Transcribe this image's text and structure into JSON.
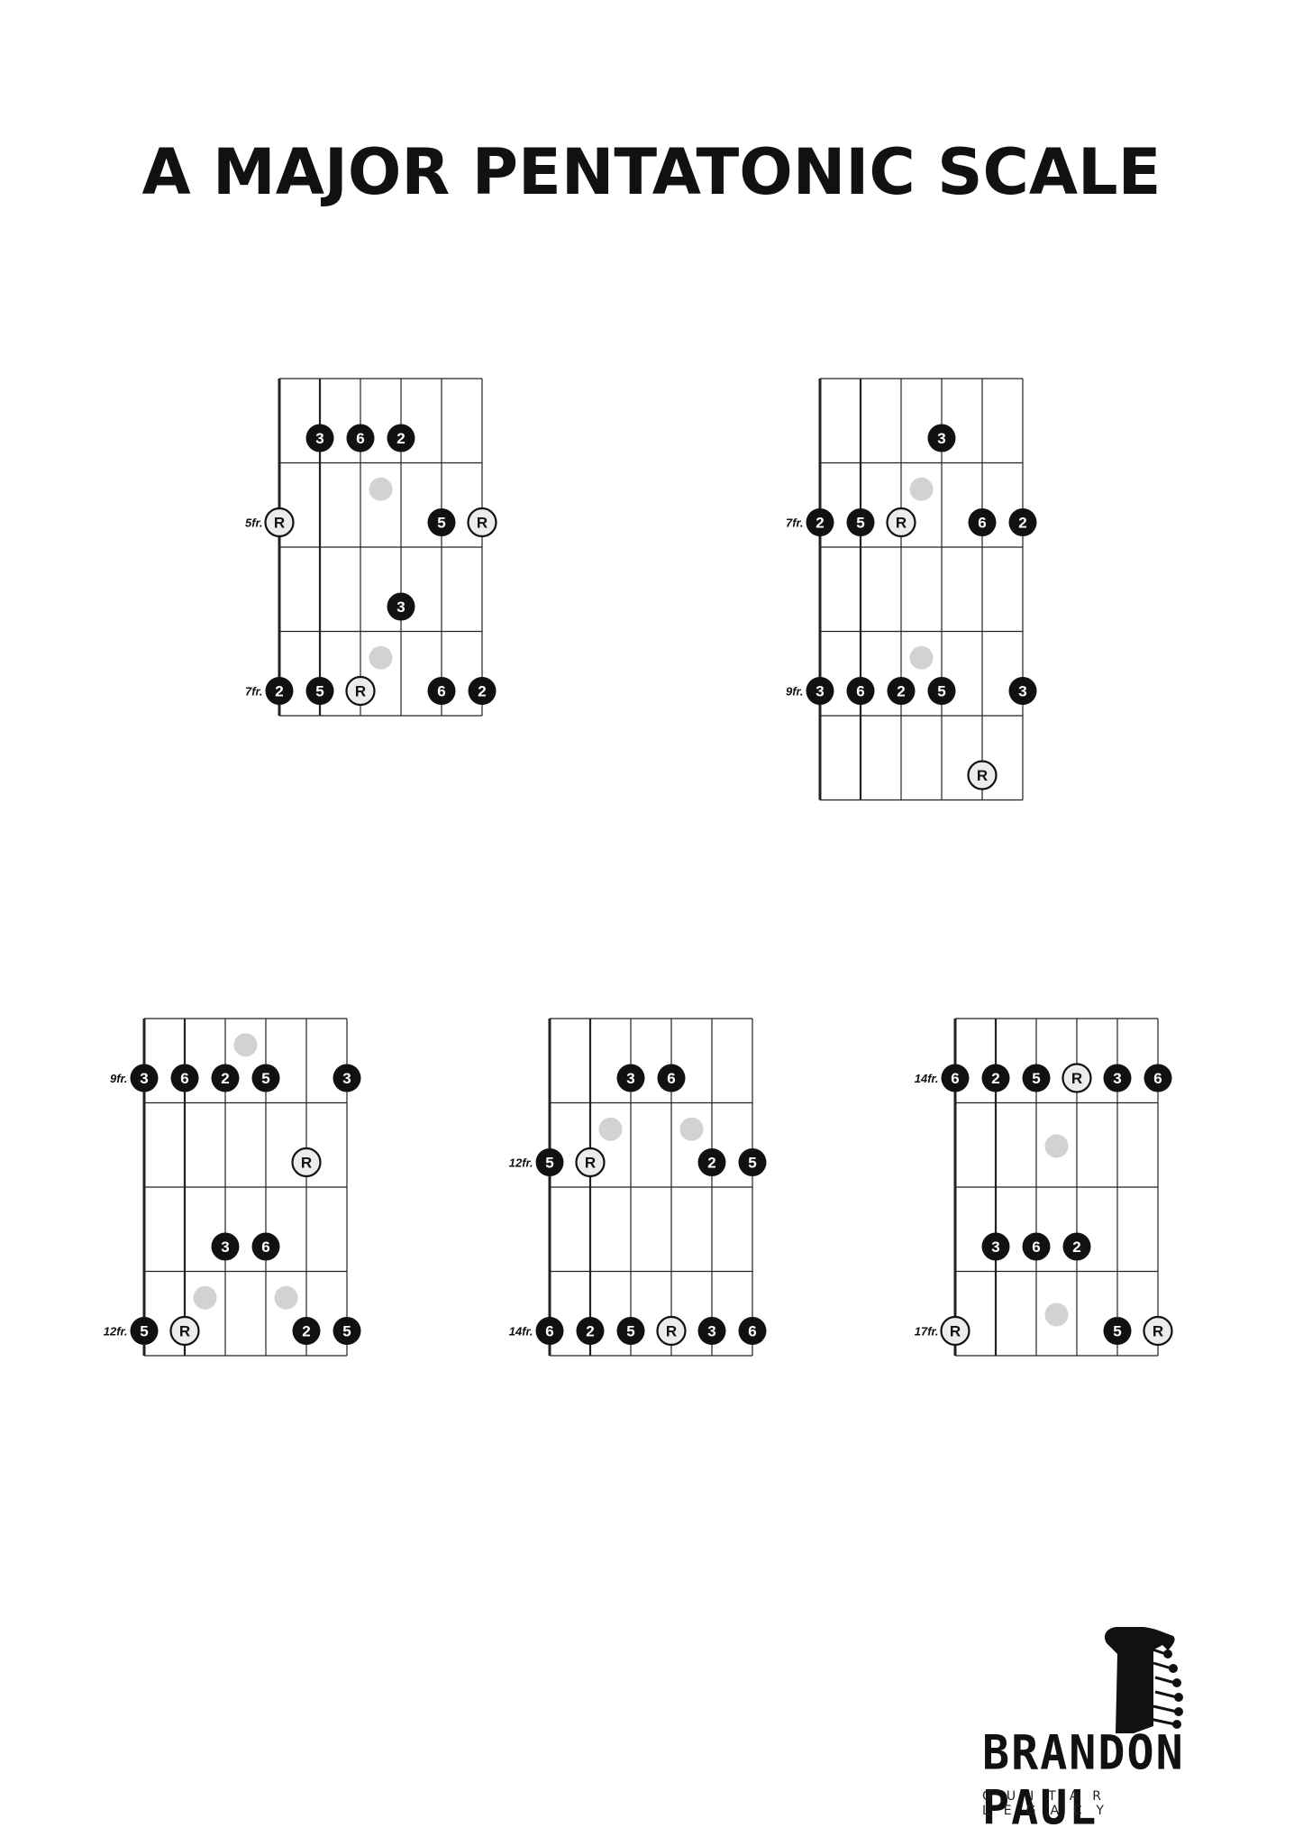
{
  "title": "A MAJOR PENTATONIC SCALE",
  "colors": {
    "ink": "#111111",
    "root_fill": "#ececec",
    "ghost": "#d2d2d2",
    "line": "#222222"
  },
  "brand": {
    "name": "BRANDON PAUL",
    "tagline": "GUITAR LEGACY"
  },
  "diagrams": [
    {
      "frets": 4,
      "fret_labels": [
        {
          "row": 1,
          "text": "5fr."
        },
        {
          "row": 3,
          "text": "7fr."
        }
      ],
      "notes": [
        {
          "s": 1,
          "r": 0,
          "t": "3"
        },
        {
          "s": 2,
          "r": 0,
          "t": "6"
        },
        {
          "s": 3,
          "r": 0,
          "t": "2"
        },
        {
          "s": 0,
          "r": 1,
          "t": "R"
        },
        {
          "s": 4,
          "r": 1,
          "t": "5"
        },
        {
          "s": 5,
          "r": 1,
          "t": "R"
        },
        {
          "s": 3,
          "r": 2,
          "t": "3"
        },
        {
          "s": 0,
          "r": 3,
          "t": "2"
        },
        {
          "s": 1,
          "r": 3,
          "t": "5"
        },
        {
          "s": 2,
          "r": 3,
          "t": "R"
        },
        {
          "s": 4,
          "r": 3,
          "t": "6"
        },
        {
          "s": 5,
          "r": 3,
          "t": "2"
        }
      ],
      "ghosts": [
        {
          "s": 2.5,
          "r": 0.8
        },
        {
          "s": 2.5,
          "r": 2.8
        }
      ]
    },
    {
      "frets": 5,
      "fret_labels": [
        {
          "row": 1,
          "text": "7fr."
        },
        {
          "row": 3,
          "text": "9fr."
        }
      ],
      "notes": [
        {
          "s": 3,
          "r": 0,
          "t": "3"
        },
        {
          "s": 0,
          "r": 1,
          "t": "2"
        },
        {
          "s": 1,
          "r": 1,
          "t": "5"
        },
        {
          "s": 2,
          "r": 1,
          "t": "R"
        },
        {
          "s": 4,
          "r": 1,
          "t": "6"
        },
        {
          "s": 5,
          "r": 1,
          "t": "2"
        },
        {
          "s": 0,
          "r": 3,
          "t": "3"
        },
        {
          "s": 1,
          "r": 3,
          "t": "6"
        },
        {
          "s": 2,
          "r": 3,
          "t": "2"
        },
        {
          "s": 3,
          "r": 3,
          "t": "5"
        },
        {
          "s": 5,
          "r": 3,
          "t": "3"
        },
        {
          "s": 4,
          "r": 4,
          "t": "R"
        }
      ],
      "ghosts": [
        {
          "s": 2.5,
          "r": 0.8
        },
        {
          "s": 2.5,
          "r": 2.8
        }
      ]
    },
    {
      "frets": 4,
      "fret_labels": [
        {
          "row": 0,
          "text": "9fr."
        },
        {
          "row": 3,
          "text": "12fr."
        }
      ],
      "notes": [
        {
          "s": 0,
          "r": 0,
          "t": "3"
        },
        {
          "s": 1,
          "r": 0,
          "t": "6"
        },
        {
          "s": 2,
          "r": 0,
          "t": "2"
        },
        {
          "s": 3,
          "r": 0,
          "t": "5"
        },
        {
          "s": 5,
          "r": 0,
          "t": "3"
        },
        {
          "s": 4,
          "r": 1,
          "t": "R"
        },
        {
          "s": 2,
          "r": 2,
          "t": "3"
        },
        {
          "s": 3,
          "r": 2,
          "t": "6"
        },
        {
          "s": 0,
          "r": 3,
          "t": "5"
        },
        {
          "s": 1,
          "r": 3,
          "t": "R"
        },
        {
          "s": 4,
          "r": 3,
          "t": "2"
        },
        {
          "s": 5,
          "r": 3,
          "t": "5"
        }
      ],
      "ghosts": [
        {
          "s": 2.5,
          "r": -0.2
        },
        {
          "s": 1.5,
          "r": 2.8
        },
        {
          "s": 3.5,
          "r": 2.8
        }
      ]
    },
    {
      "frets": 4,
      "fret_labels": [
        {
          "row": 1,
          "text": "12fr."
        },
        {
          "row": 3,
          "text": "14fr."
        }
      ],
      "notes": [
        {
          "s": 2,
          "r": 0,
          "t": "3"
        },
        {
          "s": 3,
          "r": 0,
          "t": "6"
        },
        {
          "s": 0,
          "r": 1,
          "t": "5"
        },
        {
          "s": 1,
          "r": 1,
          "t": "R"
        },
        {
          "s": 4,
          "r": 1,
          "t": "2"
        },
        {
          "s": 5,
          "r": 1,
          "t": "5"
        },
        {
          "s": 0,
          "r": 3,
          "t": "6"
        },
        {
          "s": 1,
          "r": 3,
          "t": "2"
        },
        {
          "s": 2,
          "r": 3,
          "t": "5"
        },
        {
          "s": 3,
          "r": 3,
          "t": "R"
        },
        {
          "s": 4,
          "r": 3,
          "t": "3"
        },
        {
          "s": 5,
          "r": 3,
          "t": "6"
        }
      ],
      "ghosts": [
        {
          "s": 1.5,
          "r": 0.8
        },
        {
          "s": 3.5,
          "r": 0.8
        }
      ]
    },
    {
      "frets": 4,
      "fret_labels": [
        {
          "row": 0,
          "text": "14fr."
        },
        {
          "row": 3,
          "text": "17fr."
        }
      ],
      "notes": [
        {
          "s": 0,
          "r": 0,
          "t": "6"
        },
        {
          "s": 1,
          "r": 0,
          "t": "2"
        },
        {
          "s": 2,
          "r": 0,
          "t": "5"
        },
        {
          "s": 3,
          "r": 0,
          "t": "R"
        },
        {
          "s": 4,
          "r": 0,
          "t": "3"
        },
        {
          "s": 5,
          "r": 0,
          "t": "6"
        },
        {
          "s": 1,
          "r": 2,
          "t": "3"
        },
        {
          "s": 2,
          "r": 2,
          "t": "6"
        },
        {
          "s": 3,
          "r": 2,
          "t": "2"
        },
        {
          "s": 0,
          "r": 3,
          "t": "R"
        },
        {
          "s": 4,
          "r": 3,
          "t": "5"
        },
        {
          "s": 5,
          "r": 3,
          "t": "R"
        }
      ],
      "ghosts": [
        {
          "s": 2.5,
          "r": 1
        },
        {
          "s": 2.5,
          "r": 3
        }
      ]
    }
  ]
}
